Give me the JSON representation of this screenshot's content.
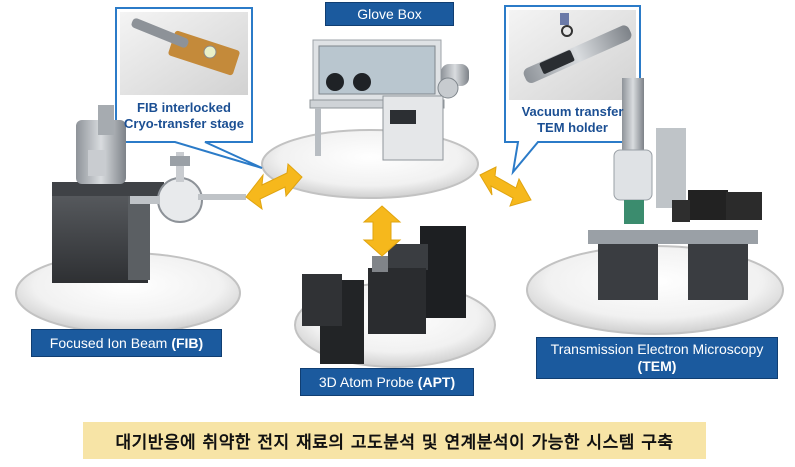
{
  "nodes": {
    "glove_box": {
      "label": "Glove Box"
    },
    "fib": {
      "label_main": "Focused Ion Beam",
      "label_abbr": "(FIB)"
    },
    "apt": {
      "label_main": "3D Atom Probe",
      "label_abbr": "(APT)"
    },
    "tem": {
      "label_line1": "Transmission Electron Microscopy",
      "label_abbr": "(TEM)"
    }
  },
  "callouts": {
    "fib_stage": {
      "line1": "FIB interlocked",
      "line2": "Cryo-transfer stage"
    },
    "tem_holder": {
      "line1": "Vacuum transfer",
      "line2": "TEM holder"
    }
  },
  "banner": {
    "text": "대기반응에 취약한 전지 재료의 고도분석 및 연계분석이 가능한 시스템 구축"
  },
  "colors": {
    "label_blue": "#1b5a9e",
    "callout_border": "#2b7bc8",
    "arrow_fill": "#f6b81c",
    "banner_bg": "#f7e4a6"
  }
}
